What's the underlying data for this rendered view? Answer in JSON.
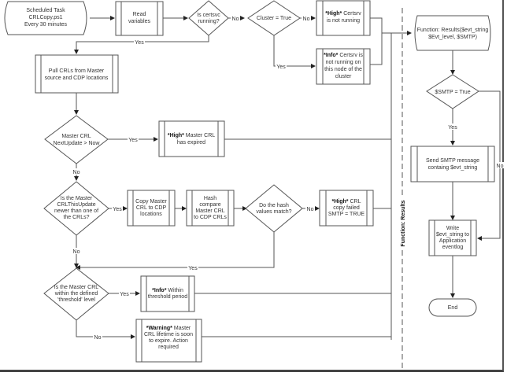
{
  "diagram": {
    "nodes": {
      "start": {
        "lines": [
          "Scheduled Task",
          "CRLCopy.ps1",
          "Every 30 minutes"
        ]
      },
      "read_vars": {
        "lines": [
          "Read",
          "variables"
        ]
      },
      "is_certsvc": {
        "lines": [
          "Is certsvc",
          "running?"
        ]
      },
      "cluster": {
        "lines": [
          "Cluster = True"
        ]
      },
      "high_certsvc": {
        "tag": "*High*",
        "lines": [
          "Certsrv",
          "is not running"
        ]
      },
      "info_certsvc": {
        "tag": "*Info*",
        "lines": [
          "Certsrv is",
          "not running on",
          "this node of the",
          "cluster"
        ]
      },
      "pull_crls": {
        "lines": [
          "Pull CRLs from Master",
          "source and CDP locations"
        ]
      },
      "nextupdate": {
        "lines": [
          "Master CRL",
          "NextUpdate > Now"
        ]
      },
      "high_expired": {
        "tag": "*High*",
        "lines": [
          "Master CRL",
          "has expired"
        ]
      },
      "thisupdate": {
        "lines": [
          "Is the Master",
          "CRLThisUpdate",
          "newer than one of",
          "the CRLs?"
        ]
      },
      "copy_master": {
        "lines": [
          "Copy Master",
          "CRL to CDP",
          "locations"
        ]
      },
      "hash_compare": {
        "lines": [
          "Hash",
          "compare",
          "Master CRL",
          "to CDP CRLs"
        ]
      },
      "hash_match": {
        "lines": [
          "Do the hash",
          "values match?"
        ]
      },
      "high_copy": {
        "tag": "*High*",
        "lines": [
          "CRL",
          "copy failed",
          "SMTP = TRUE"
        ]
      },
      "threshold": {
        "lines": [
          "Is the Master CRL",
          "within the defined",
          "'threshold' level"
        ]
      },
      "info_threshold": {
        "tag": "*Info*",
        "lines": [
          "Within",
          "threshold period"
        ]
      },
      "warning": {
        "tag": "*Warning*",
        "lines": [
          "Master",
          "CRL lifetime is soon",
          "to expire. Action",
          "required"
        ]
      },
      "function": {
        "lines": [
          "Function: Results($evt_string",
          "$Evt_level, $SMTP)"
        ]
      },
      "smtp_true": {
        "lines": [
          "$SMTP = True"
        ]
      },
      "send_smtp": {
        "lines": [
          "Send SMTP message",
          "containg $evt_string"
        ]
      },
      "write_log": {
        "lines": [
          "Write",
          "$evt_string to",
          "Application",
          "eventlog"
        ]
      },
      "end": {
        "lines": [
          "End"
        ]
      }
    },
    "edge_labels": {
      "certsvc_yes": "Yes",
      "certsvc_no": "No",
      "cluster_no": "No",
      "cluster_yes": "Yes",
      "nextupdate_yes": "Yes",
      "nextupdate_no": "No",
      "thisupdate_yes": "Yes",
      "thisupdate_no": "No",
      "hash_no": "No",
      "hash_yes": "Yes",
      "threshold_yes": "Yes",
      "threshold_no": "No",
      "smtp_yes": "Yes",
      "smtp_no": "No"
    },
    "swimlane_label": "Function: Results"
  }
}
